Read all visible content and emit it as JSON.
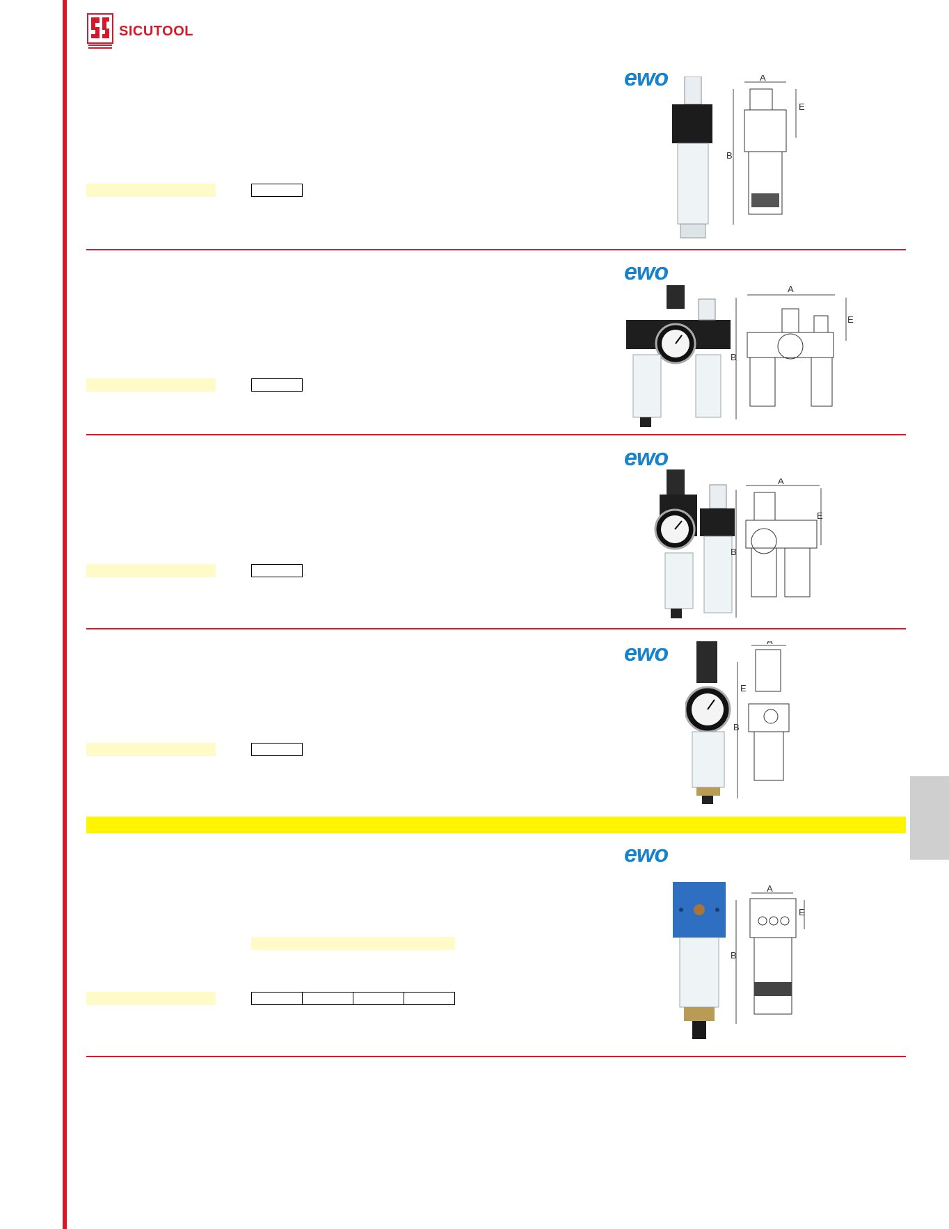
{
  "header": {
    "brand_name": "SICUTOOL",
    "brand_color": "#d8182a"
  },
  "accent_colors": {
    "rule": "#d8182a",
    "highlight_band": "#fff500",
    "label_bar": "#fffbc8",
    "ewo_blue": "#1683cf",
    "side_tab": "#cfcfcf"
  },
  "sections": [
    {
      "manufacturer": "ewo",
      "dimension_labels": [
        "A",
        "B",
        "E"
      ],
      "product_icon": "lubricator-icon"
    },
    {
      "manufacturer": "ewo",
      "dimension_labels": [
        "A",
        "B",
        "E"
      ],
      "product_icon": "filter-regulator-lubricator-unit-icon"
    },
    {
      "manufacturer": "ewo",
      "dimension_labels": [
        "A",
        "B",
        "E"
      ],
      "product_icon": "regulator-lubricator-unit-icon"
    },
    {
      "manufacturer": "ewo",
      "dimension_labels": [
        "A",
        "B",
        "E"
      ],
      "product_icon": "filter-regulator-icon"
    },
    {
      "manufacturer": "ewo",
      "dimension_labels": [
        "A",
        "B",
        "E"
      ],
      "product_icon": "filter-icon"
    }
  ]
}
